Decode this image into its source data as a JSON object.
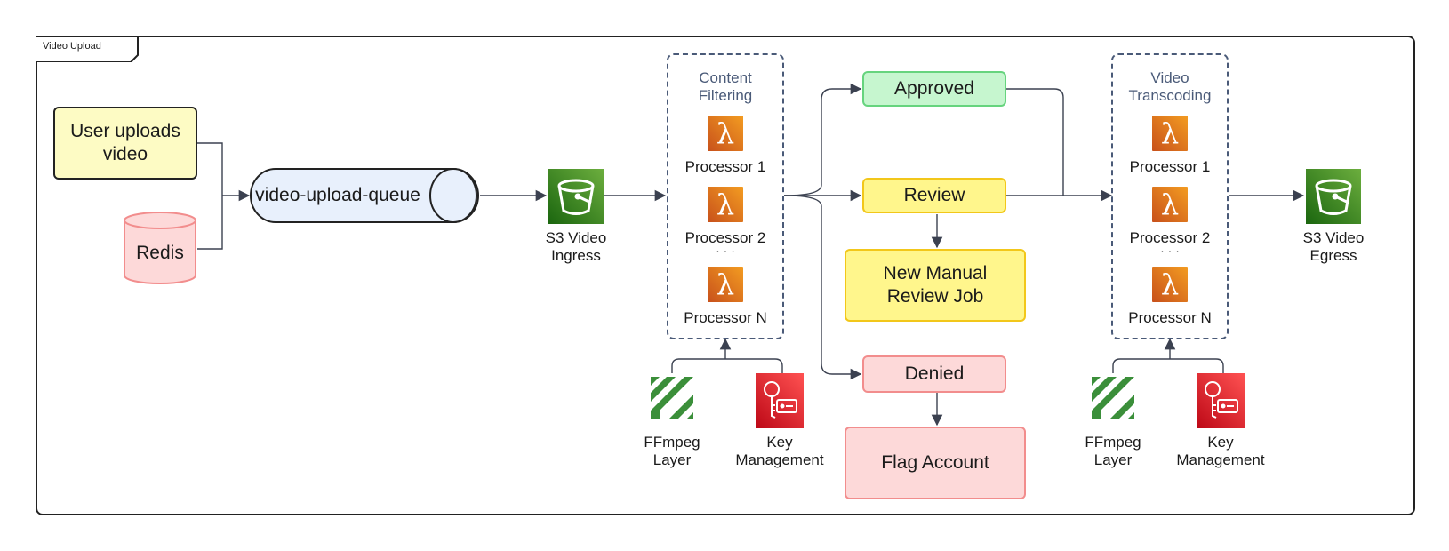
{
  "frame": {
    "title": "Video Upload"
  },
  "sources": {
    "user_uploads": "User uploads video",
    "redis": "Redis",
    "queue": "video-upload-queue"
  },
  "s3_ingress": "S3 Video Ingress",
  "content_filtering": {
    "title": "Content Filtering",
    "processors": [
      "Processor 1",
      "Processor 2",
      "Processor N"
    ],
    "ellipsis": "· · ·"
  },
  "outcomes": {
    "approved": "Approved",
    "review": "Review",
    "manual_review": "New Manual Review Job",
    "denied": "Denied",
    "flag_account": "Flag Account"
  },
  "video_transcoding": {
    "title": "Video Transcoding",
    "processors": [
      "Processor 1",
      "Processor 2",
      "Processor N"
    ],
    "ellipsis": "· · ·"
  },
  "s3_egress": "S3 Video Egress",
  "layers_cf": {
    "ffmpeg": "FFmpeg Layer",
    "key": "Key Management"
  },
  "layers_vt": {
    "ffmpeg": "FFmpeg Layer",
    "key": "Key Management"
  },
  "icons": {
    "lambda": "lambda-icon",
    "s3": "s3-bucket-icon",
    "ffmpeg": "ffmpeg-icon",
    "key": "key-management-icon"
  },
  "colors": {
    "user_uploads_fill": "#fdfbc4",
    "redis_fill": "#fdd9d9",
    "redis_stroke": "#f28d8d",
    "queue_fill": "#e8f0fc",
    "approved_fill": "#c6f6cf",
    "approved_stroke": "#66d47e",
    "review_fill": "#fff68c",
    "review_stroke": "#f2c71a",
    "denied_fill": "#fdd9d9",
    "denied_stroke": "#f28d8d",
    "group_border": "#4a5a78",
    "connector": "#3b4150"
  }
}
